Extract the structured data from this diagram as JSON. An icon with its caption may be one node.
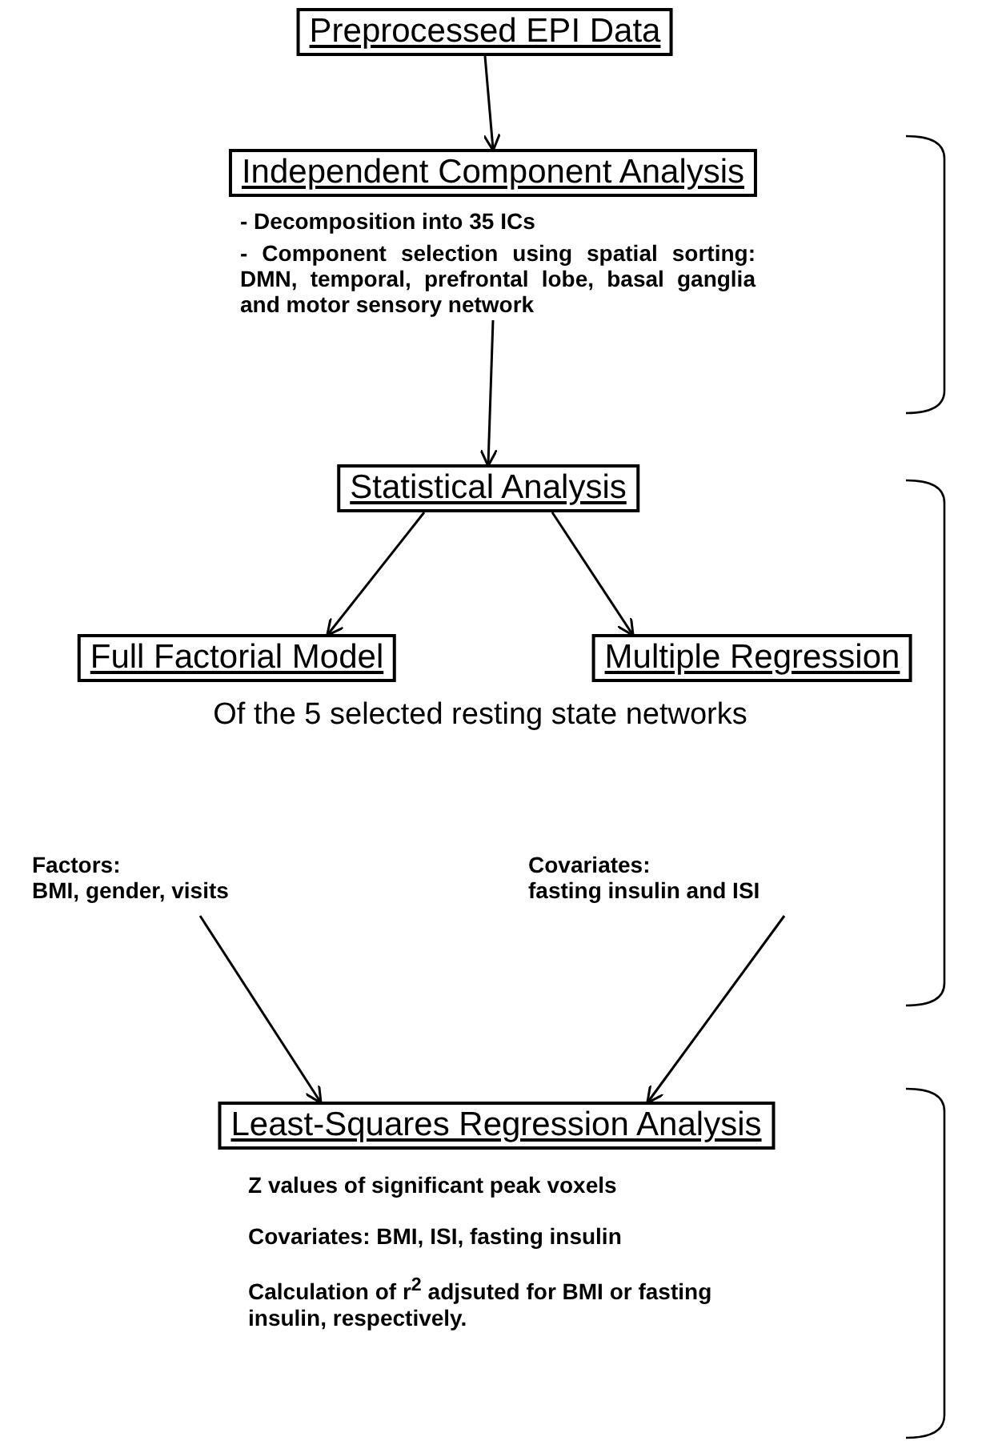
{
  "diagram": {
    "nodes": [
      {
        "text": [
          "Preprocessed EPI Data"
        ]
      },
      {
        "text": [
          "Independent Component Analysis"
        ],
        "beside": [
          "- Decomposition into 35 ICs",
          "- Component selection using spatial sorting: DMN, temporal, prefrontal lobe, basal ganglia and motor sensory network"
        ]
      },
      {
        "text": [
          "Statistical Analysis"
        ]
      },
      {
        "text": [
          "Full Factorial Model"
        ],
        "beside": [
          "Factors:",
          "BMI, gender, visits"
        ]
      },
      {
        "text": [
          "Multiple Regression"
        ],
        "beside": [
          "Covariates:",
          "fasting insulin and ISI"
        ]
      },
      {
        "text": [
          "Least-Squares Regression Analysis"
        ],
        "beside": [
          "Z values of significant peak voxels",
          "Covariates: BMI, ISI, fasting insulin",
          "Calculation of r$^{2}$ adjsuted for BMI or fasting insulin, respectively."
        ]
      }
    ],
    "edges": [
      {
        "from": 0,
        "to": 1,
        "arrow": "to"
      },
      {
        "from": 1,
        "to": 2,
        "arrow": "to"
      },
      {
        "from": 2,
        "to": 3,
        "arrow": "to"
      },
      {
        "from": 2,
        "to": 4,
        "arrow": "to"
      },
      {
        "from": 3,
        "to": 5,
        "arrow": "to"
      },
      {
        "from": 4,
        "to": 5,
        "arrow": "to"
      }
    ],
    "labels": [
      "Of the 5 selected resting state networks"
    ]
  }
}
